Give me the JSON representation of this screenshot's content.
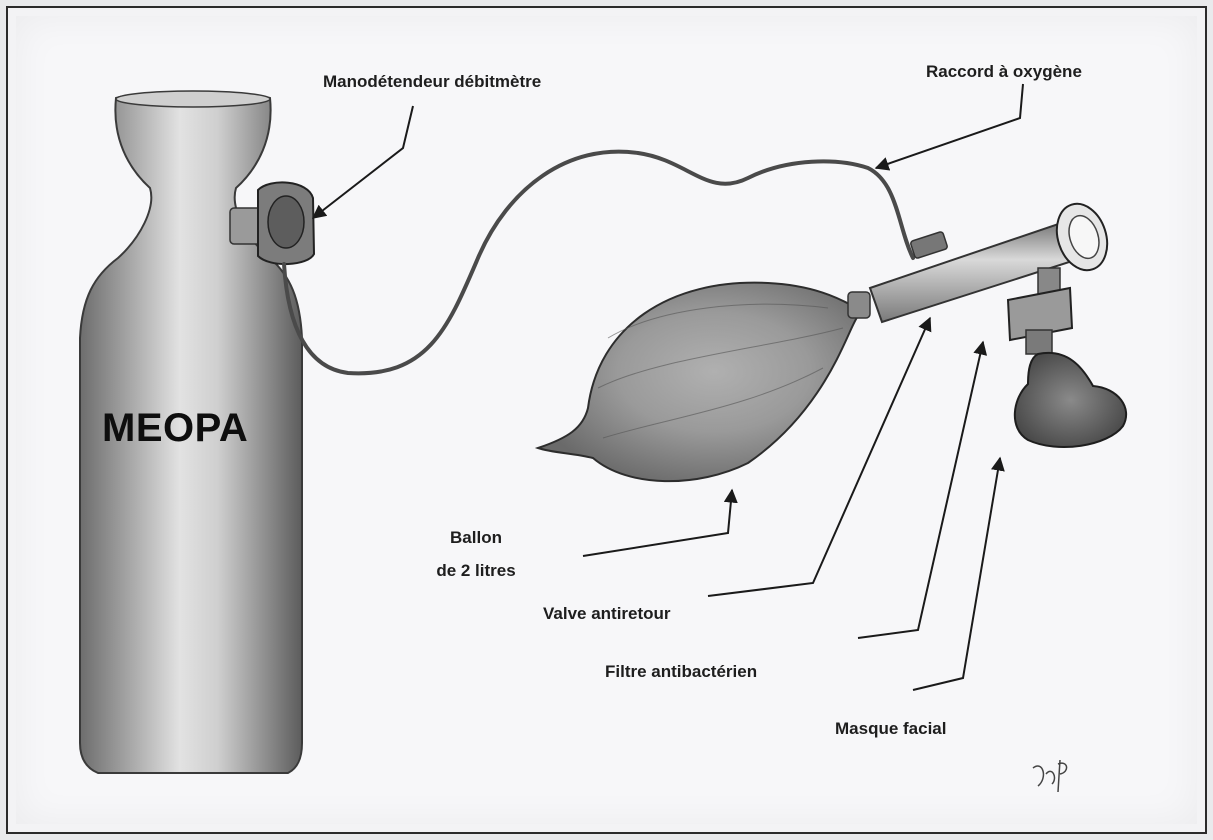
{
  "labels": {
    "manodetendeur": "Manodétendeur débitmètre",
    "raccord": "Raccord à oxygène",
    "ballon_line1": "Ballon",
    "ballon_line2": "de 2 litres",
    "valve": "Valve antiretour",
    "filtre": "Filtre antibactérien",
    "masque": "Masque facial"
  },
  "cylinder_text": "MEOPA",
  "colors": {
    "paper": "#f7f7f9",
    "pencil": "#3a3a3a",
    "shade": "#8c8c8c",
    "label": "#1e1e1e"
  },
  "signature_text": "JfP"
}
